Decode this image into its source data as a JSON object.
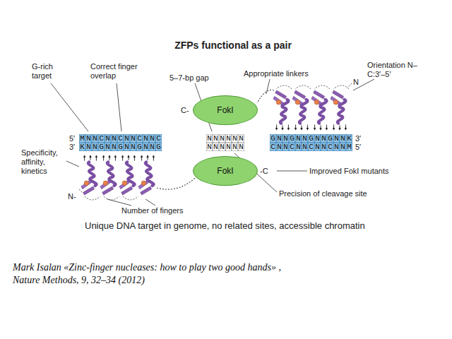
{
  "diagram": {
    "title": "ZFPs functional as a pair",
    "caption": "Mark Isalan «Zinc-finger nucleases: how to play two good hands» , Nature Methods, 9, 32–34 (2012)",
    "nodes": [
      {
        "text": [
          "FokI"
        ]
      },
      {
        "text": [
          "FokI"
        ]
      }
    ],
    "labels": [
      "G-rich target",
      "Correct finger overlap",
      "5–7-bp gap",
      "Appropriate linkers",
      "Orientation N–C:3′–5′",
      "N",
      "C-",
      "5′",
      "MNNCNNCNNCNNC",
      "NNNNNN",
      "GNNGNNGNNGNNK",
      "3′",
      "3′",
      "KNNGNNGNNGNNG",
      "NNNNNN",
      "CNNCNNCNNCNNM",
      "5′",
      "Specificity, affinity, kinetics",
      "-C",
      "Improved FokI mutants",
      "Precision of cleavage site",
      "N-",
      "Number of fingers",
      "Unique DNA target in genome, no related sites, accessible chromatin"
    ]
  }
}
